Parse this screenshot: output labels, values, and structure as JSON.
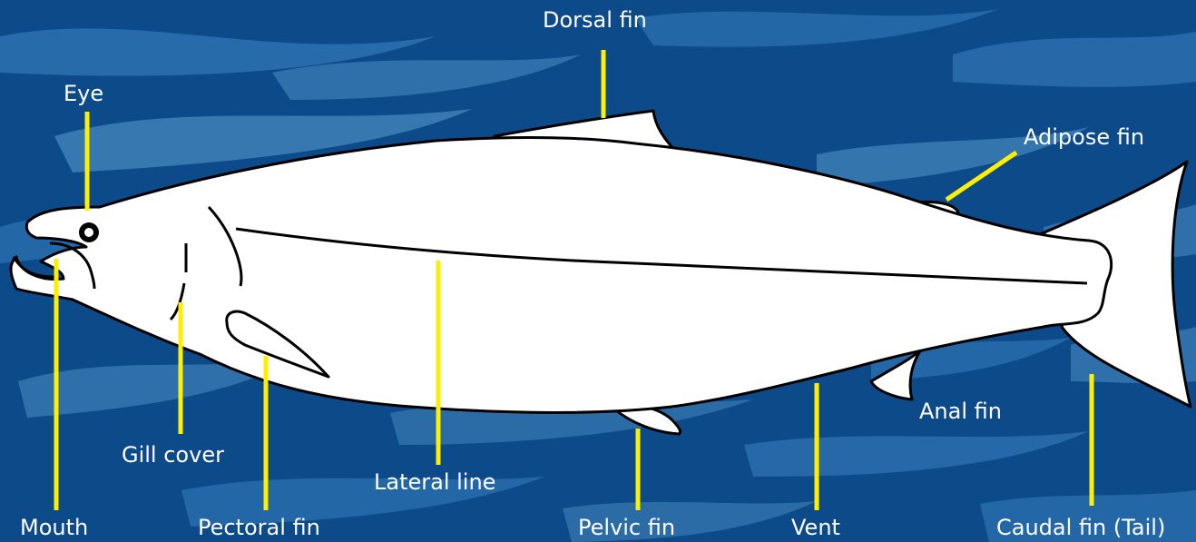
{
  "colors": {
    "water": "#0d4a8a",
    "wave_light": "#5b9fd0",
    "wave_mid": "#2f73b2",
    "fish_fill": "#ffffff",
    "fish_outline": "#000000",
    "leader_line": "#ffee00",
    "label_text": "#ffffff"
  },
  "labels": {
    "dorsal_fin": "Dorsal fin",
    "eye": "Eye",
    "adipose_fin": "Adipose fin",
    "anal_fin": "Anal fin",
    "gill_cover": "Gill cover",
    "lateral_line": "Lateral line",
    "mouth": "Mouth",
    "pectoral_fin": "Pectoral fin",
    "pelvic_fin": "Pelvic fin",
    "vent": "Vent",
    "caudal_fin": "Caudal fin (Tail)"
  }
}
